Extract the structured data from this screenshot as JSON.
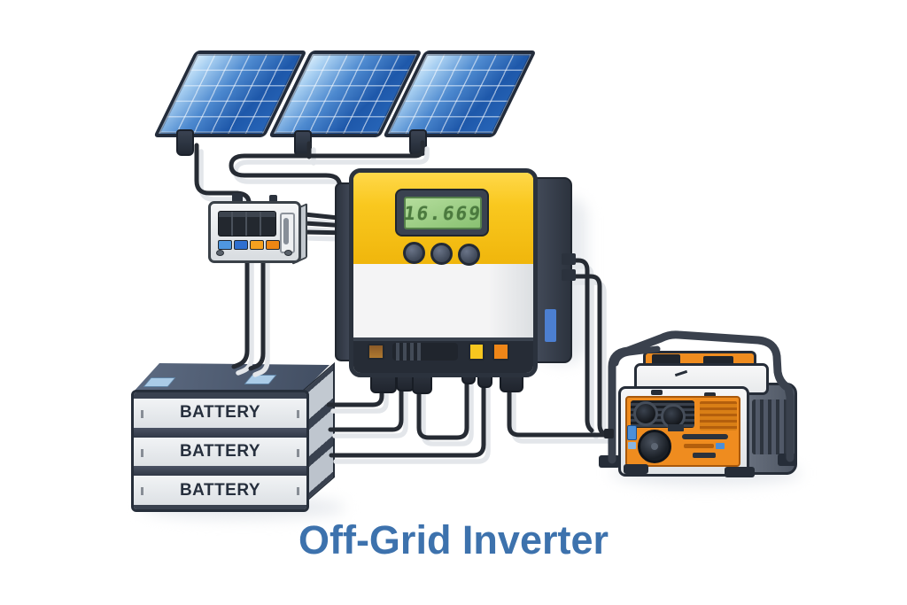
{
  "title": {
    "text": "Off-Grid Inverter",
    "color": "#3d72ad"
  },
  "solar_array": {
    "panel_count": 3,
    "cell_color": "#1e58aa",
    "frame_color": "#232c3b"
  },
  "charge_controller": {
    "indicator_colors": [
      "#4f97e0",
      "#2f6fd0",
      "#f5a01f",
      "#ee8613"
    ]
  },
  "inverter": {
    "display_value": "16.669",
    "button_count": 3,
    "colors": {
      "top": "#f6c21a",
      "bottom": "#f2f2f3",
      "trim": "#2b323d",
      "lcd_screen": "#9ecb86",
      "lcd_digits": "#4b7a3e",
      "accent_squares": [
        "#f7c71f",
        "#ef8618"
      ]
    }
  },
  "battery_bank": {
    "unit_count": 3,
    "labels": [
      "BATTERY",
      "BATTERY",
      "BATTERY"
    ],
    "case_color": "#eceef1",
    "trim_color": "#39414f"
  },
  "generator": {
    "panel_color": "#ef8c1f",
    "frame_color": "#3a414d"
  },
  "wiring": {
    "color": "#262b33"
  }
}
